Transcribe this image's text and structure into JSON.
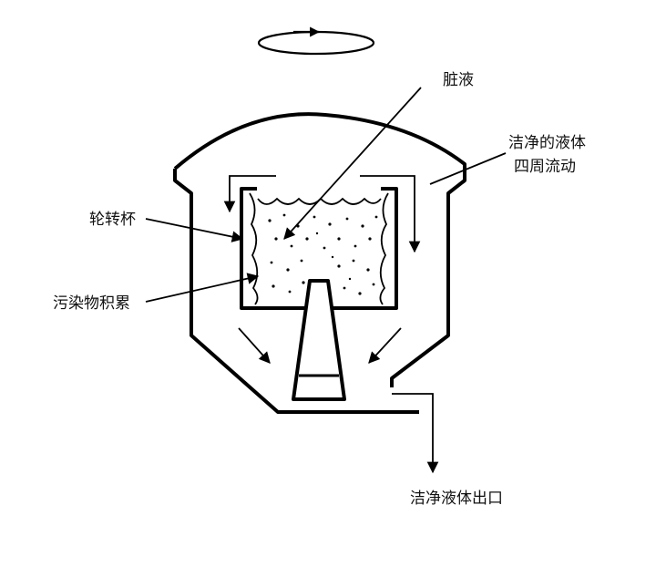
{
  "labels": {
    "dirty_liquid": "脏液",
    "clean_liquid_flow_line1": "洁净的液体",
    "clean_liquid_flow_line2": "四周流动",
    "rotor_cup": "轮转杯",
    "contaminant_buildup": "污染物积累",
    "clean_outlet": "洁净液体出口"
  },
  "colors": {
    "line": "#000000",
    "background": "#ffffff"
  }
}
